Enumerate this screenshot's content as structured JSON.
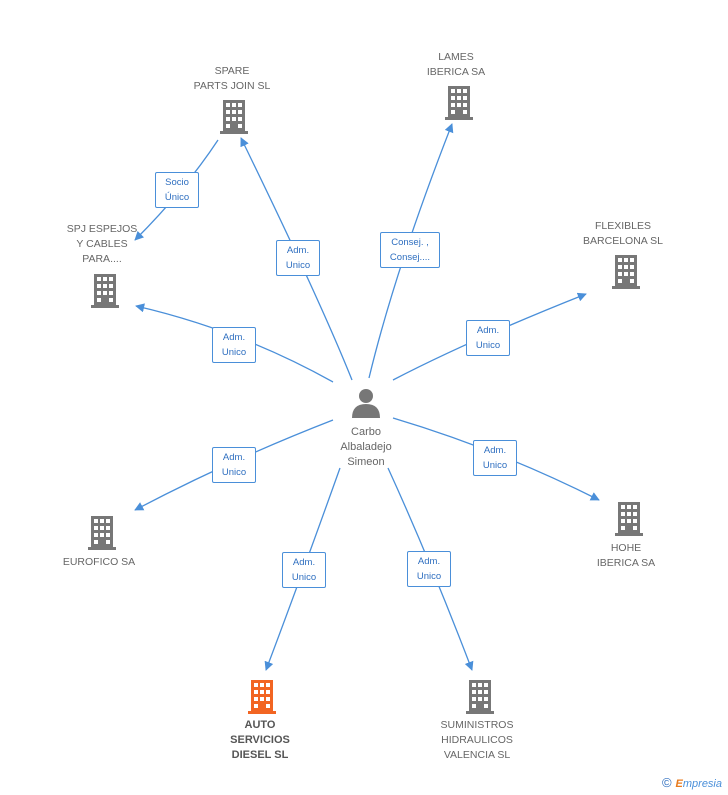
{
  "diagram": {
    "person": {
      "name": "Carbo\nAlbaladejo\nSimeon"
    },
    "companies": [
      {
        "id": "spare",
        "name": "SPARE\nPARTS JOIN SL",
        "highlight": false
      },
      {
        "id": "lames",
        "name": "LAMES\nIBERICA SA",
        "highlight": false
      },
      {
        "id": "spj",
        "name": "SPJ ESPEJOS\nY CABLES\nPARA....",
        "highlight": false
      },
      {
        "id": "flexibles",
        "name": "FLEXIBLES\nBARCELONA SL",
        "highlight": false
      },
      {
        "id": "eurofico",
        "name": "EUROFICO SA",
        "highlight": false
      },
      {
        "id": "hohe",
        "name": "HOHE\nIBERICA SA",
        "highlight": false
      },
      {
        "id": "auto",
        "name": "AUTO\nSERVICIOS\nDIESEL SL",
        "highlight": true
      },
      {
        "id": "suministros",
        "name": "SUMINISTROS\nHIDRAULICOS\nVALENCIA SL",
        "highlight": false
      }
    ],
    "relations": [
      {
        "from": "person",
        "to": "spare",
        "label": "Adm.\nUnico"
      },
      {
        "from": "person",
        "to": "lames",
        "label": "Consej. ,\nConsej...."
      },
      {
        "from": "person",
        "to": "spj",
        "label": "Adm.\nUnico"
      },
      {
        "from": "person",
        "to": "flexibles",
        "label": "Adm.\nUnico"
      },
      {
        "from": "person",
        "to": "eurofico",
        "label": "Adm.\nUnico"
      },
      {
        "from": "person",
        "to": "hohe",
        "label": "Adm.\nUnico"
      },
      {
        "from": "person",
        "to": "auto",
        "label": "Adm.\nUnico"
      },
      {
        "from": "person",
        "to": "suministros",
        "label": "Adm.\nUnico"
      },
      {
        "from": "spare",
        "to": "spj",
        "label": "Socio\nÚnico"
      }
    ],
    "colors": {
      "edge": "#4a8fd9",
      "building": "#777777",
      "highlight": "#f26522",
      "person": "#777777"
    }
  },
  "footer": {
    "copyright": "©",
    "brand_e": "E",
    "brand_rest": "mpresia"
  }
}
